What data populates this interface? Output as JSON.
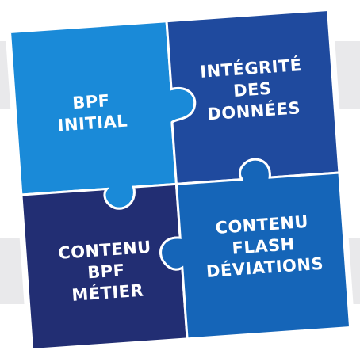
{
  "puzzle": {
    "colors": {
      "border": "#ffffff",
      "top_left": "#1a8ad8",
      "top_right": "#1f4a9e",
      "bottom_left": "#222e73",
      "bottom_right": "#1565b8",
      "background_band": "#e9e9eb"
    },
    "pieces": {
      "top_left": {
        "lines": [
          "BPF",
          "INITIAL"
        ]
      },
      "top_right": {
        "lines": [
          "INTÉGRITÉ",
          "DES",
          "DONNÉES"
        ]
      },
      "bottom_left": {
        "lines": [
          "CONTENU",
          "BPF",
          "MÉTIER"
        ]
      },
      "bottom_right": {
        "lines": [
          "CONTENU",
          "FLASH",
          "DÉVIATIONS"
        ]
      }
    }
  }
}
